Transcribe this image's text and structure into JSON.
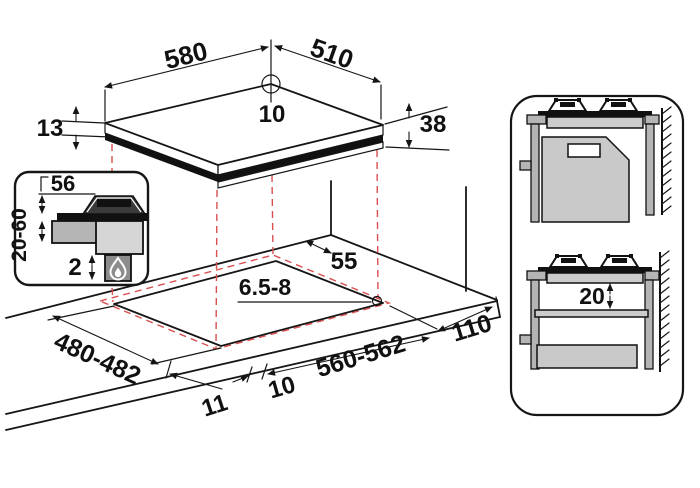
{
  "diagram_title": "Built-in gas hob installation dimensions drawing",
  "colors": {
    "line": "#161616",
    "projection_dash": "#d94f4f",
    "worktop_gray": "#cccccc",
    "post_gray": "#b5b5b5",
    "oven_gray": "#c9c9c9",
    "flame_box_gray": "#8c8c8c"
  },
  "hob": {
    "width": "580",
    "depth": "510",
    "hole": "10",
    "glass_edge": "13",
    "height": "38"
  },
  "inset": {
    "burner_height": "56",
    "side_clearance": "20-60",
    "bottom_gap": "2",
    "icon": "flame-icon"
  },
  "cutout": {
    "depth": "480-482",
    "width": "560-562",
    "wall_right": "110",
    "back_clearance": "55",
    "screw_hole": "6.5-8",
    "front_edge": "11",
    "side_edge": "10"
  },
  "sections": {
    "shelf_clearance": "20"
  }
}
